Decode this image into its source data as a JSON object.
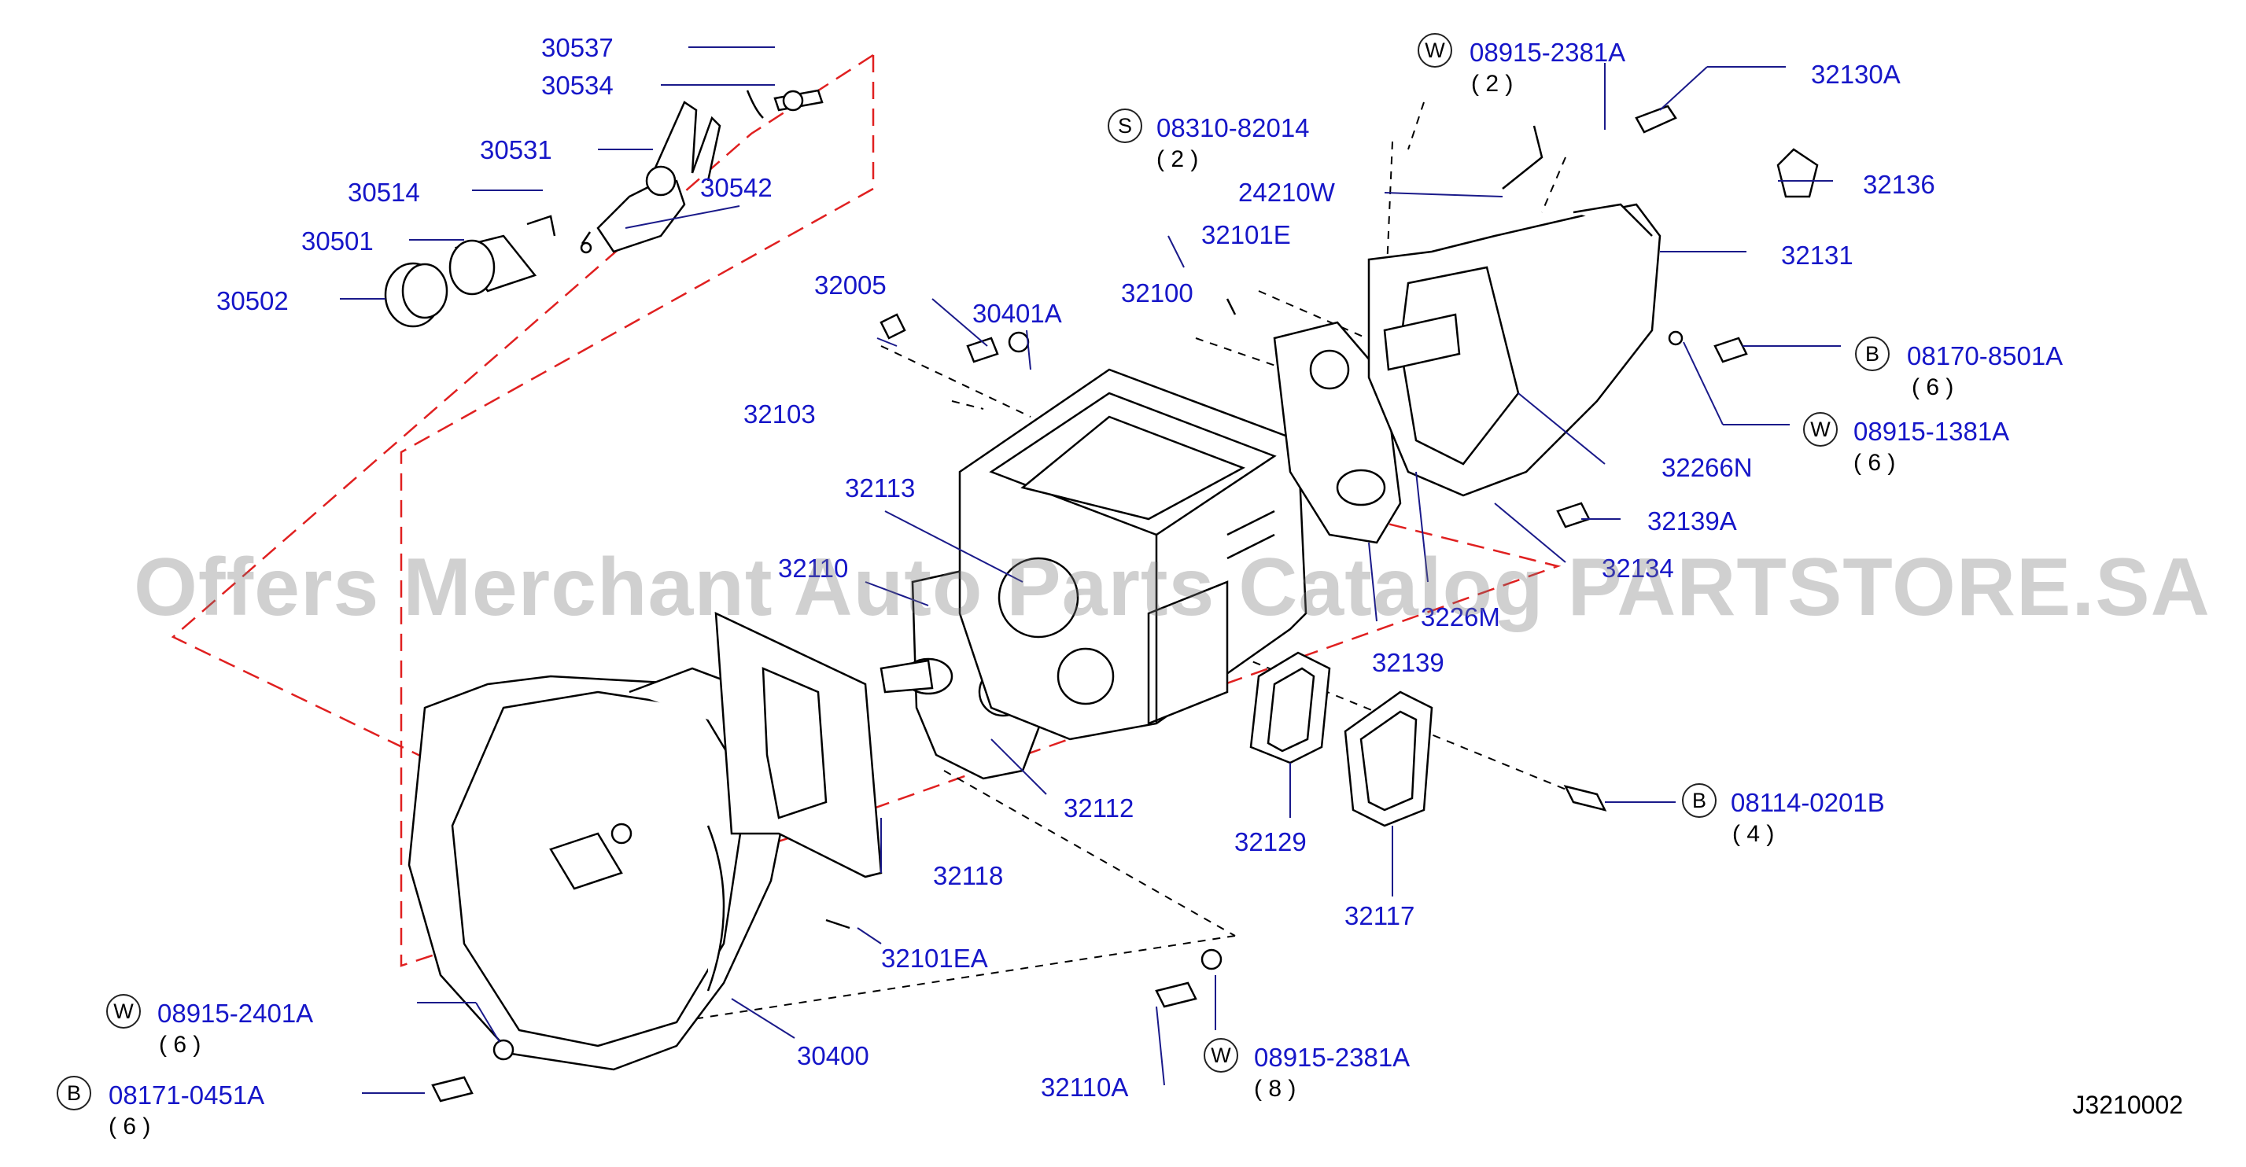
{
  "labels": {
    "p30537": "30537",
    "p30534": "30534",
    "p30531": "30531",
    "p30514": "30514",
    "p30542": "30542",
    "p30501": "30501",
    "p30502": "30502",
    "p32005": "32005",
    "p30401a": "30401A",
    "p32100": "32100",
    "p32101e": "32101E",
    "p32103": "32103",
    "p32113": "32113",
    "p32110": "32110",
    "p32112": "32112",
    "p32118": "32118",
    "p32101ea": "32101EA",
    "p30400": "30400",
    "p32110a": "32110A",
    "p32129": "32129",
    "p32117": "32117",
    "p32139": "32139",
    "p3226m": "3226M",
    "p32134": "32134",
    "p32139a": "32139A",
    "p32266n": "32266N",
    "p32131": "32131",
    "p32136": "32136",
    "p32130a": "32130A",
    "p24210w": "24210W"
  },
  "fasteners": {
    "w1": {
      "type": "W",
      "num": "08915-2381A",
      "qty": "( 2 )"
    },
    "s1": {
      "type": "S",
      "num": "08310-82014",
      "qty": "( 2 )"
    },
    "b1": {
      "type": "B",
      "num": "08170-8501A",
      "qty": "( 6 )"
    },
    "w2": {
      "type": "W",
      "num": "08915-1381A",
      "qty": "( 6 )"
    },
    "b2": {
      "type": "B",
      "num": "08114-0201B",
      "qty": "( 4 )"
    },
    "w3": {
      "type": "W",
      "num": "08915-2401A",
      "qty": "( 6 )"
    },
    "b3": {
      "type": "B",
      "num": "08171-0451A",
      "qty": "( 6 )"
    },
    "w4": {
      "type": "W",
      "num": "08915-2381A",
      "qty": "( 8 )"
    }
  },
  "diagram_code": "J3210002",
  "watermark": "Offers Merchant Auto Parts Catalog PARTSTORE.SA",
  "colors": {
    "label": "#1616c8",
    "leader": "#1a1a8a",
    "dashed_red": "#e02020",
    "line": "#000000"
  }
}
